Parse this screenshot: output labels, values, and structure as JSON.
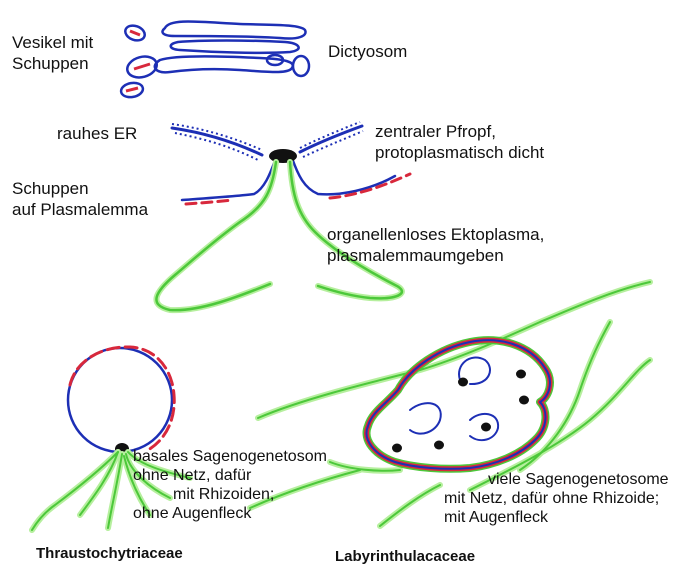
{
  "labels": {
    "vesicles": [
      "Vesikel mit",
      "Schuppen"
    ],
    "dictyosome": "Dictyosom",
    "rough_er": "rauhes ER",
    "central_plug": [
      "zentraler Pfropf,",
      "protoplasmatisch dicht"
    ],
    "scales_plasmalemma": [
      "Schuppen",
      "auf Plasmalemma"
    ],
    "ectoplasm": [
      "organellenloses Ektoplasma,",
      "plasmalemmaumgeben"
    ],
    "thrausto_desc": [
      "basales Sagenogenetosom",
      "ohne Netz, dafür",
      "mit Rhizoiden;",
      "ohne Augenfleck"
    ],
    "laby_desc": [
      "viele Sagenogenetosome",
      "mit Netz, dafür ohne Rhizoide;",
      "mit Augenfleck"
    ],
    "thrausto_name": "Thraustochytriaceae",
    "laby_name": "Labyrinthulacaceae"
  },
  "colors": {
    "membrane_blue": "#1d2fb5",
    "scale_red": "#d8283c",
    "ectoplasm_green": "#4cc83a",
    "ectoplasm_green_light": "#b6ef9e",
    "plug_black": "#111111"
  }
}
